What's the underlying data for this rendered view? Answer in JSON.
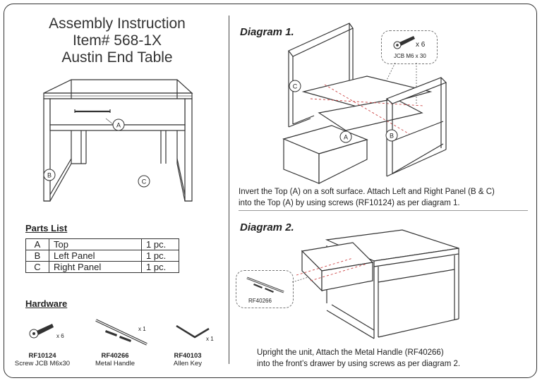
{
  "title": {
    "line1": "Assembly Instruction",
    "line2": "Item# 568-1X",
    "line3": "Austin End Table"
  },
  "callouts": {
    "a": "A",
    "b": "B",
    "c": "C"
  },
  "parts_list": {
    "heading": "Parts List",
    "rows": [
      {
        "letter": "A",
        "name": "Top",
        "qty": "1 pc."
      },
      {
        "letter": "B",
        "name": "Left Panel",
        "qty": "1 pc."
      },
      {
        "letter": "C",
        "name": "Right Panel",
        "qty": "1 pc."
      }
    ]
  },
  "hardware": {
    "heading": "Hardware",
    "items": [
      {
        "qty": "x 6",
        "code": "RF10124",
        "desc": "Screw JCB M6x30"
      },
      {
        "qty": "x 1",
        "code": "RF40266",
        "desc": "Metal Handle"
      },
      {
        "qty": "x 1",
        "code": "RF40103",
        "desc": "Allen Key"
      }
    ]
  },
  "diagram1": {
    "heading": "Diagram 1.",
    "screw_qty": "x 6",
    "screw_label": "JCB M6 x 30",
    "instruction_line1": "Invert the Top (A) on a soft surface. Attach Left and Right Panel (B & C)",
    "instruction_line2": "into the Top (A) by using screws (RF10124) as per diagram 1."
  },
  "diagram2": {
    "heading": "Diagram 2.",
    "handle_label": "RF40266",
    "instruction_line1": "Upright the unit, Attach the Metal Handle (RF40266)",
    "instruction_line2": "into the front’s drawer by using screws as per diagram 2."
  }
}
